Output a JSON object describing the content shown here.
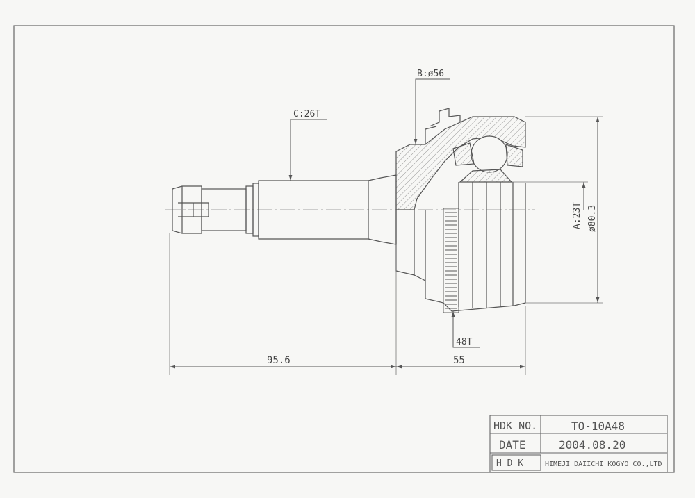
{
  "callouts": {
    "bore": "B:ø56",
    "shaft_spline": "C:26T",
    "inner_spline": "A:23T",
    "outer_diameter": "ø80.3",
    "abs_ring": "48T"
  },
  "dimensions": {
    "shaft_length": "95.6",
    "outer_length": "55"
  },
  "title_block": {
    "part_no_label": "HDK NO.",
    "part_no_value": "TO-10A48",
    "date_label": "DATE",
    "date_value": "2004.08.20",
    "logo_text": "H D K",
    "company": "HIMEJI DAIICHI KOGYO CO.,LTD"
  },
  "colors": {
    "line": "#555555",
    "paper": "#f7f7f5"
  }
}
